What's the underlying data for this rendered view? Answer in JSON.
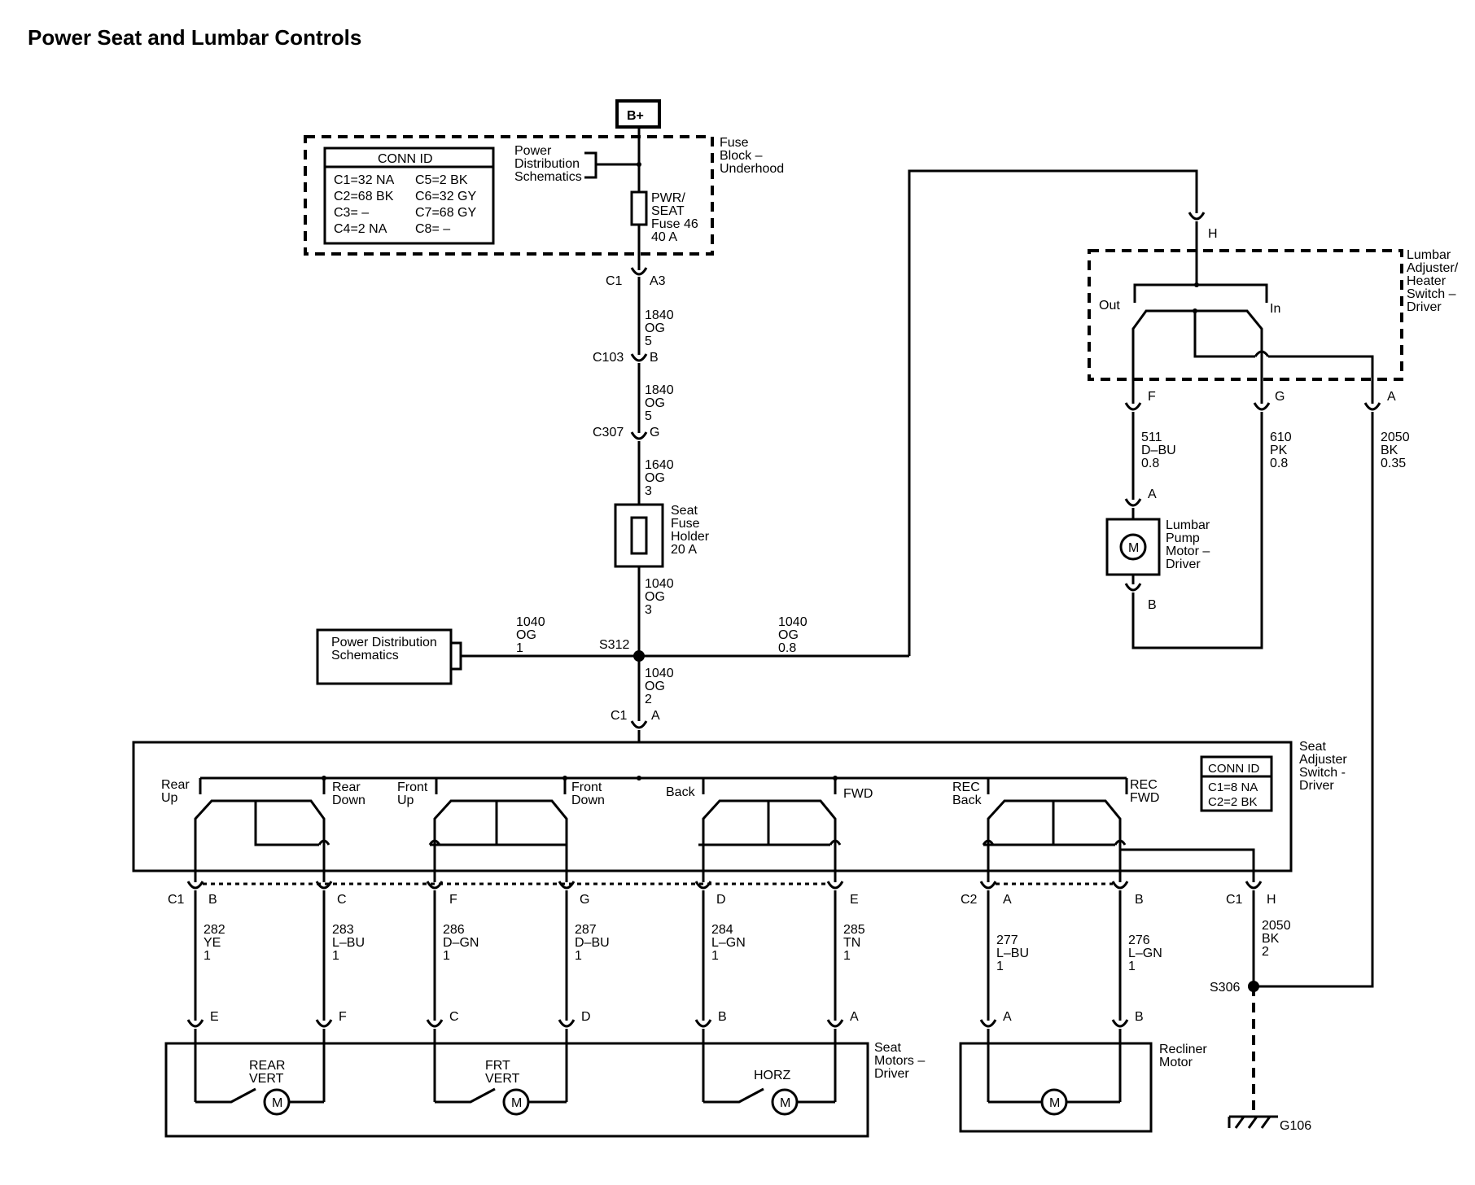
{
  "title": "Power Seat and Lumbar Controls",
  "bplus": "B+",
  "fuse_block": {
    "label": [
      "Fuse",
      "Block –",
      "Underhood"
    ],
    "conn_title": "CONN ID",
    "conn_rows": [
      [
        "C1=32 NA",
        "C5=2 BK"
      ],
      [
        "C2=68 BK",
        "C6=32 GY"
      ],
      [
        "C3= –",
        "C7=68 GY"
      ],
      [
        "C4=2 NA",
        "C8= –"
      ]
    ],
    "pds": [
      "Power",
      "Distribution",
      "Schematics"
    ],
    "fuse": [
      "PWR/",
      "SEAT",
      "Fuse 46",
      "40 A"
    ]
  },
  "main_feed": {
    "c1": "C1",
    "a3": "A3",
    "w1": [
      "1840",
      "OG",
      "5"
    ],
    "c103": "C103",
    "c103_pin": "B",
    "w2": [
      "1840",
      "OG",
      "5"
    ],
    "c307": "C307",
    "c307_pin": "G",
    "w3": [
      "1640",
      "OG",
      "3"
    ],
    "seat_fuse": [
      "Seat",
      "Fuse",
      "Holder",
      "20 A"
    ],
    "w4": [
      "1040",
      "OG",
      "3"
    ],
    "left_wire": [
      "1040",
      "OG",
      "1"
    ],
    "right_wire": [
      "1040",
      "OG",
      "0.8"
    ],
    "s312": "S312",
    "pds_box": [
      "Power Distribution",
      "Schematics"
    ],
    "w5": [
      "1040",
      "OG",
      "2"
    ],
    "c1b": "C1",
    "c1b_pin": "A"
  },
  "lumbar": {
    "h": "H",
    "label": [
      "Lumbar",
      "Adjuster/",
      "Heater",
      "Switch –",
      "Driver"
    ],
    "out": "Out",
    "in": "In",
    "pins": {
      "f": "F",
      "g": "G",
      "a": "A"
    },
    "wire_f": [
      "511",
      "D–BU",
      "0.8"
    ],
    "wire_g": [
      "610",
      "PK",
      "0.8"
    ],
    "wire_a": [
      "2050",
      "BK",
      "0.35"
    ],
    "motor_pin_a": "A",
    "motor_pin_b": "B",
    "motor": [
      "Lumbar",
      "Pump",
      "Motor –",
      "Driver"
    ],
    "m": "M"
  },
  "seat_switch": {
    "label": [
      "Seat",
      "Adjuster",
      "Switch -",
      "Driver"
    ],
    "conn_title": "CONN ID",
    "conn_rows": [
      "C1=8 NA",
      "C2=2 BK"
    ],
    "positions": [
      [
        "Rear",
        "Up"
      ],
      [
        "Rear",
        "Down"
      ],
      [
        "Front",
        "Up"
      ],
      [
        "Front",
        "Down"
      ],
      [
        "Back"
      ],
      [
        "FWD"
      ],
      [
        "REC",
        "Back"
      ],
      [
        "REC",
        "FWD"
      ]
    ]
  },
  "connectors": {
    "c1": "C1",
    "c2": "C2",
    "c1h": "C1",
    "top_pins": [
      "B",
      "C",
      "F",
      "G",
      "D",
      "E",
      "A",
      "B",
      "H"
    ],
    "wires": [
      [
        "282",
        "YE",
        "1"
      ],
      [
        "283",
        "L–BU",
        "1"
      ],
      [
        "286",
        "D–GN",
        "1"
      ],
      [
        "287",
        "D–BU",
        "1"
      ],
      [
        "284",
        "L–GN",
        "1"
      ],
      [
        "285",
        "TN",
        "1"
      ],
      [
        "277",
        "L–BU",
        "1"
      ],
      [
        "276",
        "L–GN",
        "1"
      ],
      [
        "2050",
        "BK",
        "2"
      ]
    ],
    "bottom_pins": [
      "E",
      "F",
      "C",
      "D",
      "B",
      "A",
      "A",
      "B"
    ]
  },
  "motors": {
    "seat_label": [
      "Seat",
      "Motors –",
      "Driver"
    ],
    "rear_vert": [
      "REAR",
      "VERT"
    ],
    "frt_vert": [
      "FRT",
      "VERT"
    ],
    "horz": "HORZ",
    "recliner": [
      "Recliner",
      "Motor"
    ],
    "m": "M"
  },
  "ground": {
    "s306": "S306",
    "g106": "G106"
  }
}
